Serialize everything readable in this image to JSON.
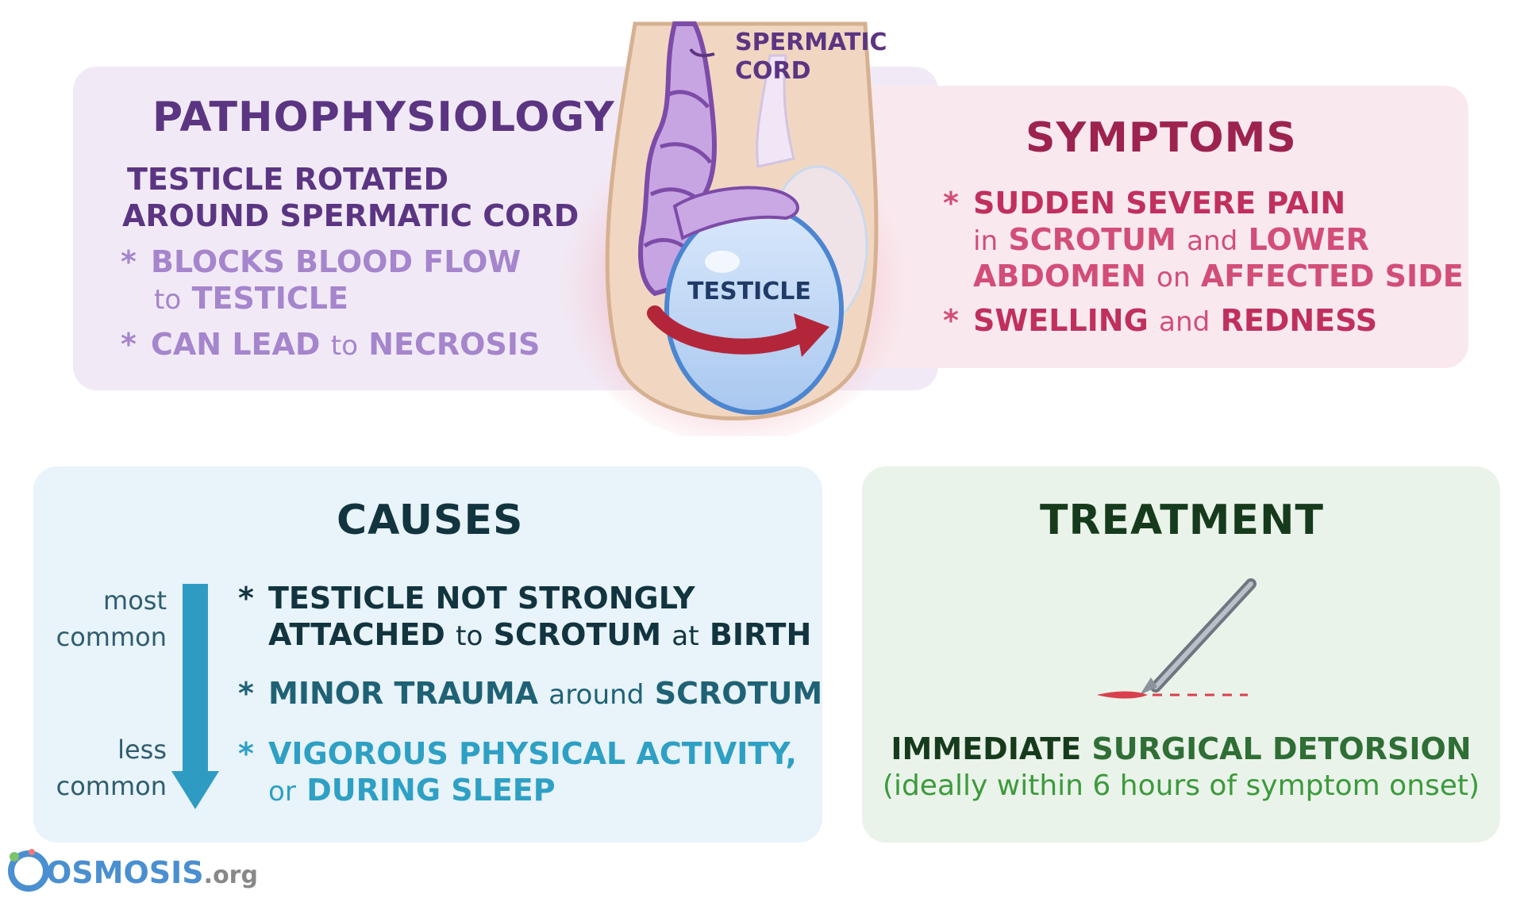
{
  "pathophysiology": {
    "heading": "PATHOPHYSIOLOGY",
    "definition_line1": "TESTICLE ROTATED",
    "definition_line2": "AROUND SPERMATIC CORD",
    "bullet_glyph": "*",
    "bullet1_line1": "BLOCKS BLOOD FLOW",
    "bullet1_line2_lower": "to",
    "bullet1_line2_upper": "TESTICLE",
    "bullet2_upper": "CAN LEAD",
    "bullet2_lower": "to",
    "bullet2_upper2": "NECROSIS"
  },
  "illustration": {
    "spermatic_cord_label_line1": "SPERMATIC",
    "spermatic_cord_label_line2": "CORD",
    "testicle_label": "TESTICLE"
  },
  "symptoms": {
    "heading": "SYMPTOMS",
    "bullet_glyph": "*",
    "s1_line1": "SUDDEN SEVERE PAIN",
    "s1_line2_lower1": "in",
    "s1_line2_upper1": "SCROTUM",
    "s1_line2_lower2": "and",
    "s1_line2_upper2": "LOWER",
    "s1_line3_upper1": "ABDOMEN",
    "s1_line3_lower": "on",
    "s1_line3_upper2": "AFFECTED SIDE",
    "s2_upper1": "SWELLING",
    "s2_lower": "and",
    "s2_upper2": "REDNESS"
  },
  "causes": {
    "heading": "CAUSES",
    "scale_top_line1": "most",
    "scale_top_line2": "common",
    "scale_bottom_line1": "less",
    "scale_bottom_line2": "common",
    "bullet_glyph": "*",
    "c1_line1": "TESTICLE NOT STRONGLY",
    "c1_line2_upper1": "ATTACHED",
    "c1_line2_lower1": "to",
    "c1_line2_upper2": "SCROTUM",
    "c1_line2_lower2": "at",
    "c1_line2_upper3": "BIRTH",
    "c2_upper1": "MINOR TRAUMA",
    "c2_lower": "around",
    "c2_upper2": "SCROTUM",
    "c3_line1": "VIGOROUS PHYSICAL ACTIVITY,",
    "c3_line2_lower": "or",
    "c3_line2_upper": "DURING SLEEP",
    "colors": {
      "most_common": "#12343f",
      "mid": "#1f6275",
      "less_common": "#2ea0c4",
      "arrow": "#2e9cc2"
    }
  },
  "treatment": {
    "heading": "TREATMENT",
    "line1_strong": "IMMEDIATE",
    "line1_rest": "SURGICAL DETORSION",
    "line2": "(ideally within 6 hours of symptom onset)",
    "icon": "scalpel-icon"
  },
  "logo": {
    "name": "OSMOSIS",
    "suffix": ".org"
  }
}
